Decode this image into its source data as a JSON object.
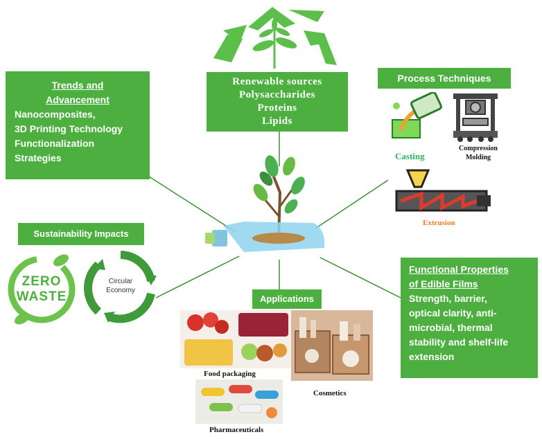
{
  "center": {
    "renewable_lines": [
      "Renewable sources",
      "Polysaccharides",
      "Proteins",
      "Lipids"
    ]
  },
  "trends": {
    "title_lines": [
      "Trends and",
      "Advancement"
    ],
    "body_lines": [
      "Nanocomposites,",
      "3D Printing Technology",
      "Functionalization",
      "Strategies"
    ]
  },
  "process": {
    "title": "Process Techniques",
    "casting": "Casting",
    "compression_lines": [
      "Compression",
      "Molding"
    ],
    "extrusion": "Extrusion"
  },
  "sustainability": {
    "title": "Sustainability Impacts",
    "zero_waste_lines": [
      "ZERO",
      "WASTE"
    ],
    "circular_lines": [
      "Circular",
      "Economy"
    ]
  },
  "applications": {
    "title": "Applications",
    "food": "Food packaging",
    "cosmetics": "Cosmetics",
    "pharma": "Pharmaceuticals"
  },
  "functional": {
    "title_lines": [
      "Functional Properties",
      "of Edible Films"
    ],
    "body_lines": [
      "Strength, barrier,",
      "optical clarity, anti-",
      "microbial, thermal",
      "stability and shelf-life",
      "extension"
    ]
  },
  "colors": {
    "box_green": "#4caf3f",
    "recycle_green": "#5bbf4a",
    "casting_text": "#2bb36b",
    "extrusion_text": "#f07b2a"
  }
}
